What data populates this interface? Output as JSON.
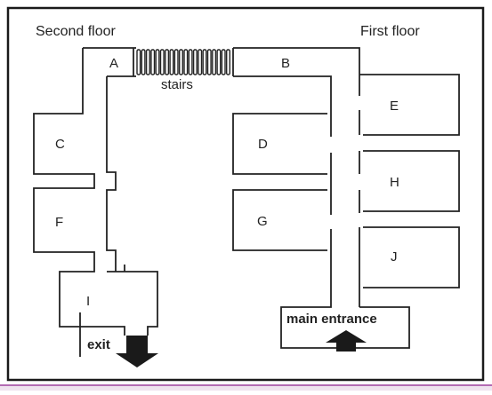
{
  "floor_labels": {
    "second": "Second floor",
    "first": "First floor"
  },
  "corridor_labels": {
    "a": "A",
    "b": "B"
  },
  "stairs_label": "stairs",
  "rooms": {
    "c": "C",
    "f": "F",
    "i": "I",
    "d": "D",
    "g": "G",
    "e": "E",
    "h": "H",
    "j": "J"
  },
  "exit_label": "exit",
  "entrance_label": "main entrance",
  "colors": {
    "ink": "#222222",
    "frame": "#1a1a1a",
    "page_edge": "#b36bb3"
  },
  "icons": {
    "exit": "down-arrow-icon",
    "entrance": "up-arrow-icon"
  }
}
